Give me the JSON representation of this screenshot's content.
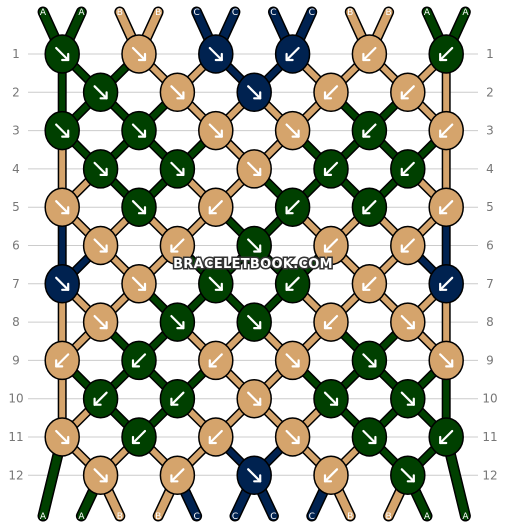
{
  "watermark": "BRACELETBOOK.COM",
  "colors": {
    "A": "#004000",
    "B": "#d5a46c",
    "C": "#002250",
    "arrow": "#ffffff",
    "outline": "#000000",
    "grid": "#cccccc"
  },
  "strings_top": [
    "A",
    "A",
    "B",
    "B",
    "C",
    "C",
    "C",
    "C",
    "B",
    "B",
    "A",
    "A"
  ],
  "strings_bottom": [
    "A",
    "A",
    "B",
    "B",
    "C",
    "C",
    "C",
    "C",
    "B",
    "B",
    "A",
    "A"
  ],
  "rows": [
    {
      "label": "1",
      "knots": [
        {
          "c": "A",
          "d": "fwd"
        },
        {
          "c": "B",
          "d": "fwd"
        },
        {
          "c": "C",
          "d": "fwd"
        },
        {
          "c": "C",
          "d": "back"
        },
        {
          "c": "B",
          "d": "back"
        },
        {
          "c": "A",
          "d": "back"
        }
      ]
    },
    {
      "label": "2",
      "knots": [
        {
          "c": "A",
          "d": "fwd"
        },
        {
          "c": "B",
          "d": "fwd"
        },
        {
          "c": "C",
          "d": "fwd"
        },
        {
          "c": "B",
          "d": "back"
        },
        {
          "c": "B",
          "d": "back"
        }
      ]
    },
    {
      "label": "3",
      "knots": [
        {
          "c": "A",
          "d": "fwd"
        },
        {
          "c": "A",
          "d": "fwd"
        },
        {
          "c": "B",
          "d": "fwd"
        },
        {
          "c": "B",
          "d": "fwd"
        },
        {
          "c": "A",
          "d": "back"
        },
        {
          "c": "B",
          "d": "back"
        }
      ]
    },
    {
      "label": "4",
      "knots": [
        {
          "c": "A",
          "d": "fwd"
        },
        {
          "c": "A",
          "d": "fwd"
        },
        {
          "c": "B",
          "d": "fwd"
        },
        {
          "c": "A",
          "d": "back"
        },
        {
          "c": "A",
          "d": "back"
        }
      ]
    },
    {
      "label": "5",
      "knots": [
        {
          "c": "B",
          "d": "fwd"
        },
        {
          "c": "A",
          "d": "fwd"
        },
        {
          "c": "B",
          "d": "back"
        },
        {
          "c": "A",
          "d": "back"
        },
        {
          "c": "A",
          "d": "back"
        },
        {
          "c": "B",
          "d": "back"
        }
      ]
    },
    {
      "label": "6",
      "knots": [
        {
          "c": "B",
          "d": "fwd"
        },
        {
          "c": "B",
          "d": "back"
        },
        {
          "c": "A",
          "d": "fwd"
        },
        {
          "c": "B",
          "d": "back"
        },
        {
          "c": "B",
          "d": "back"
        }
      ]
    },
    {
      "label": "7",
      "knots": [
        {
          "c": "C",
          "d": "fwd"
        },
        {
          "c": "B",
          "d": "fwd"
        },
        {
          "c": "A",
          "d": "fwd"
        },
        {
          "c": "A",
          "d": "back"
        },
        {
          "c": "B",
          "d": "back"
        },
        {
          "c": "C",
          "d": "back"
        }
      ]
    },
    {
      "label": "8",
      "knots": [
        {
          "c": "B",
          "d": "fwd"
        },
        {
          "c": "A",
          "d": "fwd"
        },
        {
          "c": "A",
          "d": "fwd"
        },
        {
          "c": "B",
          "d": "back"
        },
        {
          "c": "B",
          "d": "fwd"
        }
      ]
    },
    {
      "label": "9",
      "knots": [
        {
          "c": "B",
          "d": "back"
        },
        {
          "c": "A",
          "d": "back"
        },
        {
          "c": "B",
          "d": "back"
        },
        {
          "c": "B",
          "d": "fwd"
        },
        {
          "c": "A",
          "d": "fwd"
        },
        {
          "c": "B",
          "d": "fwd"
        }
      ]
    },
    {
      "label": "10",
      "knots": [
        {
          "c": "A",
          "d": "back"
        },
        {
          "c": "A",
          "d": "back"
        },
        {
          "c": "B",
          "d": "fwd"
        },
        {
          "c": "A",
          "d": "fwd"
        },
        {
          "c": "A",
          "d": "fwd"
        }
      ]
    },
    {
      "label": "11",
      "knots": [
        {
          "c": "B",
          "d": "fwd"
        },
        {
          "c": "A",
          "d": "back"
        },
        {
          "c": "B",
          "d": "back"
        },
        {
          "c": "B",
          "d": "fwd"
        },
        {
          "c": "A",
          "d": "fwd"
        },
        {
          "c": "A",
          "d": "back"
        }
      ]
    },
    {
      "label": "12",
      "knots": [
        {
          "c": "B",
          "d": "fwd"
        },
        {
          "c": "B",
          "d": "back"
        },
        {
          "c": "C",
          "d": "fwd"
        },
        {
          "c": "B",
          "d": "back"
        },
        {
          "c": "A",
          "d": "fwd"
        }
      ]
    }
  ]
}
